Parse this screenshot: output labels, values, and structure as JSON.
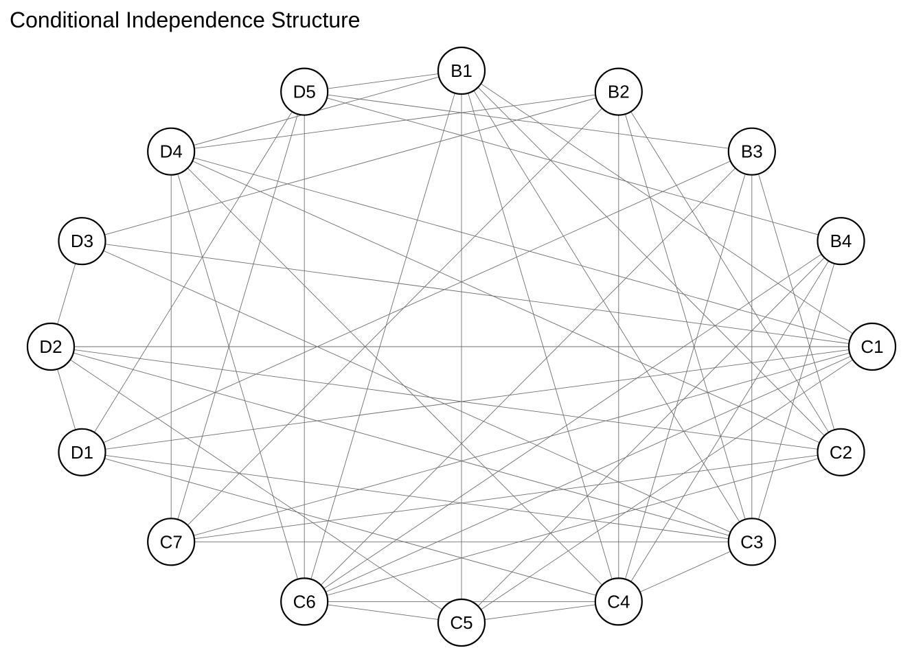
{
  "title": "Conditional Independence Structure",
  "colors": {
    "edge": "#6e6e6e",
    "node_stroke": "#000000",
    "node_fill": "#ffffff"
  },
  "nodes": [
    "B1",
    "B2",
    "B3",
    "B4",
    "C1",
    "C2",
    "C3",
    "C4",
    "C5",
    "C6",
    "C7",
    "D1",
    "D2",
    "D3",
    "D4",
    "D5"
  ],
  "edges": [
    [
      "B1",
      "D5"
    ],
    [
      "B1",
      "D4"
    ],
    [
      "B1",
      "C6"
    ],
    [
      "B1",
      "C5"
    ],
    [
      "B1",
      "C4"
    ],
    [
      "B1",
      "C3"
    ],
    [
      "B1",
      "C2"
    ],
    [
      "B1",
      "C1"
    ],
    [
      "B2",
      "D4"
    ],
    [
      "B2",
      "D3"
    ],
    [
      "B2",
      "C7"
    ],
    [
      "B2",
      "C4"
    ],
    [
      "B2",
      "C3"
    ],
    [
      "B2",
      "C2"
    ],
    [
      "B3",
      "D5"
    ],
    [
      "B3",
      "D1"
    ],
    [
      "B3",
      "C6"
    ],
    [
      "B3",
      "C4"
    ],
    [
      "B3",
      "C3"
    ],
    [
      "B3",
      "C2"
    ],
    [
      "B4",
      "D5"
    ],
    [
      "B4",
      "C6"
    ],
    [
      "B4",
      "C5"
    ],
    [
      "B4",
      "C4"
    ],
    [
      "B4",
      "C3"
    ],
    [
      "C1",
      "D4"
    ],
    [
      "C1",
      "D3"
    ],
    [
      "C1",
      "D2"
    ],
    [
      "C1",
      "D1"
    ],
    [
      "C1",
      "C7"
    ],
    [
      "C1",
      "C6"
    ],
    [
      "C1",
      "C5"
    ],
    [
      "C2",
      "D4"
    ],
    [
      "C2",
      "D2"
    ],
    [
      "C2",
      "C7"
    ],
    [
      "C2",
      "C6"
    ],
    [
      "C3",
      "D3"
    ],
    [
      "C3",
      "D2"
    ],
    [
      "C3",
      "D1"
    ],
    [
      "C3",
      "C7"
    ],
    [
      "C3",
      "C4"
    ],
    [
      "C4",
      "D4"
    ],
    [
      "C4",
      "D1"
    ],
    [
      "C4",
      "C6"
    ],
    [
      "C4",
      "C5"
    ],
    [
      "C5",
      "C6"
    ],
    [
      "C5",
      "D2"
    ],
    [
      "C6",
      "D5"
    ],
    [
      "C6",
      "D4"
    ],
    [
      "C7",
      "D5"
    ],
    [
      "C7",
      "D4"
    ],
    [
      "D1",
      "D5"
    ],
    [
      "D1",
      "D2"
    ],
    [
      "D2",
      "D3"
    ]
  ]
}
